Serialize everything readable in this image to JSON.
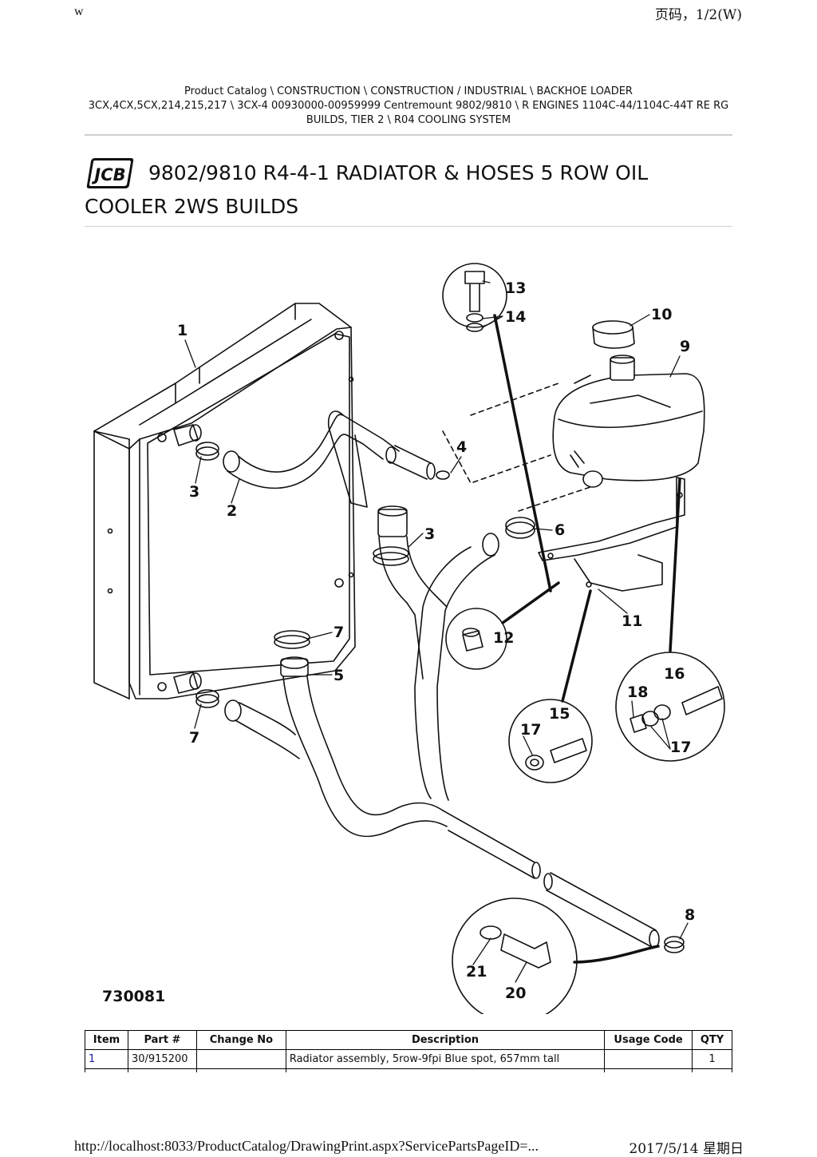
{
  "print_header": {
    "left": "w",
    "right": "页码，1/2(W)"
  },
  "breadcrumb": {
    "line1": "Product Catalog  \\  CONSTRUCTION  \\  CONSTRUCTION / INDUSTRIAL  \\  BACKHOE LOADER",
    "line2": "3CX,4CX,5CX,214,215,217  \\  3CX-4 00930000-00959999 Centremount 9802/9810  \\  R ENGINES 1104C-44/1104C-44T RE RG",
    "line3": "BUILDS, TIER 2  \\  R04 COOLING SYSTEM"
  },
  "logo": {
    "text": "JCB"
  },
  "title": {
    "line1": "9802/9810 R4-4-1 RADIATOR & HOSES 5 ROW OIL",
    "line2": "COOLER 2WS BUILDS"
  },
  "diagram": {
    "drawing_number": "730081",
    "callouts": [
      "1",
      "2",
      "3",
      "3",
      "4",
      "5",
      "6",
      "7",
      "7",
      "8",
      "9",
      "10",
      "11",
      "12",
      "13",
      "14",
      "15",
      "16",
      "17",
      "17",
      "18",
      "20",
      "21"
    ]
  },
  "table": {
    "headers": {
      "item": "Item",
      "part": "Part #",
      "change": "Change No",
      "description": "Description",
      "usage": "Usage Code",
      "qty": "QTY"
    },
    "rows": [
      {
        "item": "1",
        "part": "30/915200",
        "change": "",
        "description": "Radiator assembly, 5row-9fpi Blue spot, 657mm tall",
        "usage": "",
        "qty": "1"
      }
    ]
  },
  "print_footer": {
    "left": "http://localhost:8033/ProductCatalog/DrawingPrint.aspx?ServicePartsPageID=...",
    "right": "2017/5/14 星期日"
  }
}
